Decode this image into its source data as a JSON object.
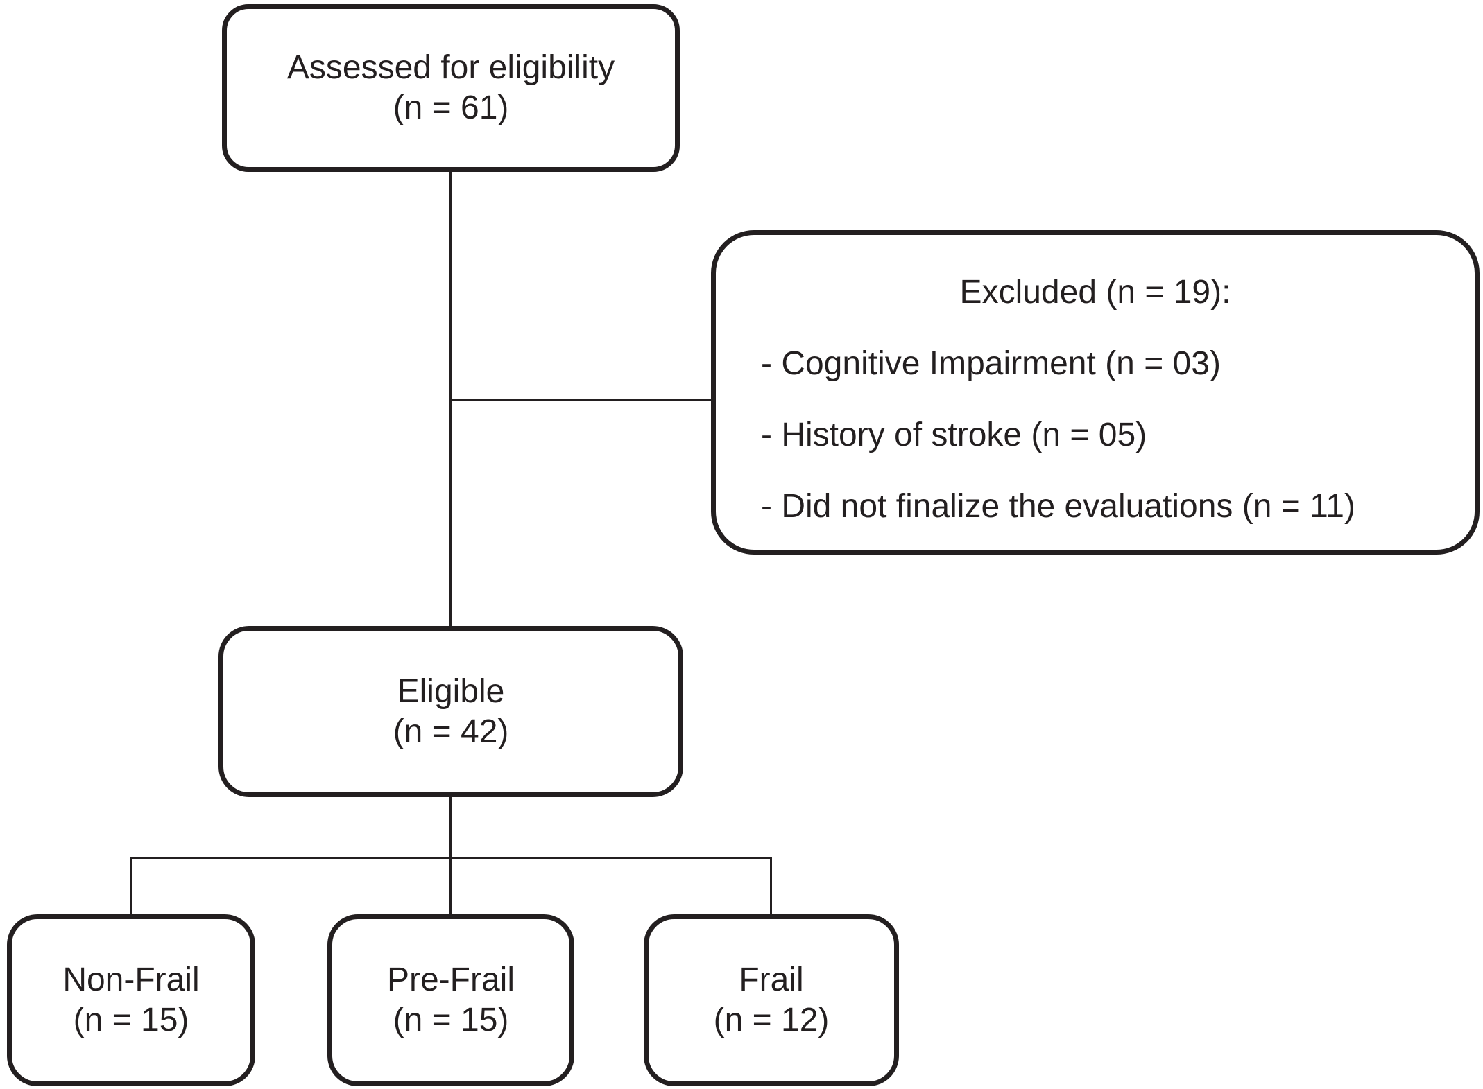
{
  "figure": {
    "type": "participant-flow-diagram",
    "background_color": "#ffffff",
    "line_color": "#231f20",
    "boxes": {
      "assessed": {
        "line1": "Assessed for eligibility",
        "line2": "(n = 61)",
        "n": 61
      },
      "excluded": {
        "title": "Excluded (n = 19):",
        "n": 19,
        "items": [
          "- Cognitive Impairment (n = 03)",
          "- History of stroke (n = 05)",
          "- Did not finalize the evaluations (n = 11)"
        ]
      },
      "eligible": {
        "line1": "Eligible",
        "line2": "(n = 42)",
        "n": 42
      },
      "nonfrail": {
        "line1": "Non-Frail",
        "line2": "(n = 15)",
        "n": 15
      },
      "prefrail": {
        "line1": "Pre-Frail",
        "line2": "(n = 15)",
        "n": 15
      },
      "frail": {
        "line1": "Frail",
        "line2": "(n = 12)",
        "n": 12
      }
    }
  }
}
